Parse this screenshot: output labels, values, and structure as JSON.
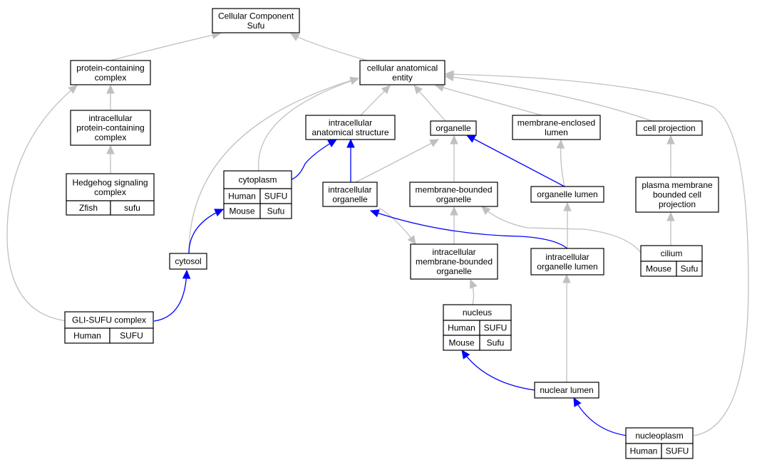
{
  "colors": {
    "human": "#ff6347",
    "mouse": "#add8e6",
    "zfish": "#6495ed",
    "is_a_edge": "#c0c0c0",
    "part_of_edge": "#0000ff"
  },
  "nodes": {
    "cellular_component_sufu": [
      "Cellular Component",
      "Sufu"
    ],
    "protein_containing_complex": [
      "protein-containing",
      "complex"
    ],
    "cellular_anatomical_entity": [
      "cellular anatomical",
      "entity"
    ],
    "intracellular_protein_containing_complex": [
      "intracellular",
      "protein-containing",
      "complex"
    ],
    "intracellular_anatomical_structure": [
      "intracellular",
      "anatomical structure"
    ],
    "organelle": [
      "organelle"
    ],
    "membrane_enclosed_lumen": [
      "membrane-enclosed",
      "lumen"
    ],
    "cell_projection": [
      "cell projection"
    ],
    "hedgehog_signaling_complex": [
      "Hedgehog signaling",
      "complex"
    ],
    "cytoplasm": [
      "cytoplasm"
    ],
    "intracellular_organelle": [
      "intracellular",
      "organelle"
    ],
    "membrane_bounded_organelle": [
      "membrane-bounded",
      "organelle"
    ],
    "organelle_lumen": [
      "organelle lumen"
    ],
    "plasma_membrane_bounded_cell_projection": [
      "plasma membrane",
      "bounded cell",
      "projection"
    ],
    "cilium": [
      "cilium"
    ],
    "cytosol": [
      "cytosol"
    ],
    "intracellular_membrane_bounded_organelle": [
      "intracellular",
      "membrane-bounded",
      "organelle"
    ],
    "intracellular_organelle_lumen": [
      "intracellular",
      "organelle lumen"
    ],
    "gli_sufu_complex": [
      "GLI-SUFU complex"
    ],
    "nucleus": [
      "nucleus"
    ],
    "nuclear_lumen": [
      "nuclear lumen"
    ],
    "nucleoplasm": [
      "nucleoplasm"
    ]
  },
  "annotations": {
    "hedgehog_signaling_complex": [
      [
        "Zfish",
        "sufu"
      ]
    ],
    "cytoplasm": [
      [
        "Human",
        "SUFU"
      ],
      [
        "Mouse",
        "Sufu"
      ]
    ],
    "cilium": [
      [
        "Mouse",
        "Sufu"
      ]
    ],
    "gli_sufu_complex": [
      [
        "Human",
        "SUFU"
      ]
    ],
    "nucleus": [
      [
        "Human",
        "SUFU"
      ],
      [
        "Mouse",
        "Sufu"
      ]
    ],
    "nucleoplasm": [
      [
        "Human",
        "SUFU"
      ]
    ]
  }
}
